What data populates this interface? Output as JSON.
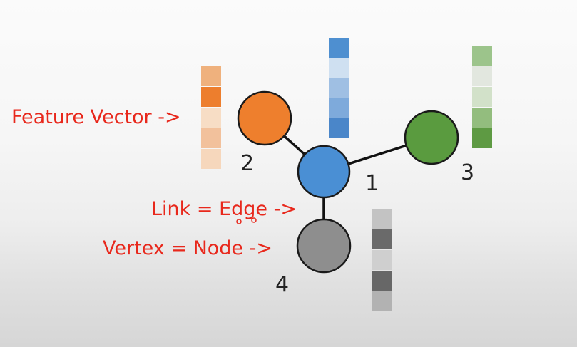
{
  "annotations": {
    "feature_vector": "Feature Vector ->",
    "edge": "Link = Edge ->",
    "node": "Vertex = Node ->"
  },
  "nodes": [
    {
      "id": "1",
      "label": "1",
      "color": "#4a8fd4"
    },
    {
      "id": "2",
      "label": "2",
      "color": "#ee7f2d"
    },
    {
      "id": "3",
      "label": "3",
      "color": "#5a9b3f"
    },
    {
      "id": "4",
      "label": "4",
      "color": "#8e8e8e"
    }
  ],
  "edges": [
    {
      "from": "1",
      "to": "2"
    },
    {
      "from": "1",
      "to": "3"
    },
    {
      "from": "1",
      "to": "4"
    }
  ],
  "feature_vectors": [
    {
      "node": "1",
      "cells": [
        "#4e8fd0",
        "#cfe0f1",
        "#9fbfe3",
        "#7eaadb",
        "#4a86c9"
      ]
    },
    {
      "node": "2",
      "cells": [
        "#efb17d",
        "#ed7e2d",
        "#f7ddc5",
        "#f2c19c",
        "#f6d7bc"
      ]
    },
    {
      "node": "3",
      "cells": [
        "#9cc48b",
        "#e2e7df",
        "#d2e1c9",
        "#93bd7e",
        "#5e9a43"
      ]
    },
    {
      "node": "4",
      "cells": [
        "#c3c3c3",
        "#6a6a6a",
        "#cfcfcf",
        "#676767",
        "#b2b2b2"
      ]
    }
  ],
  "colors": {
    "annotation": "#e8281c",
    "edge": "#111111",
    "node_outline": "#1a1a1a"
  }
}
